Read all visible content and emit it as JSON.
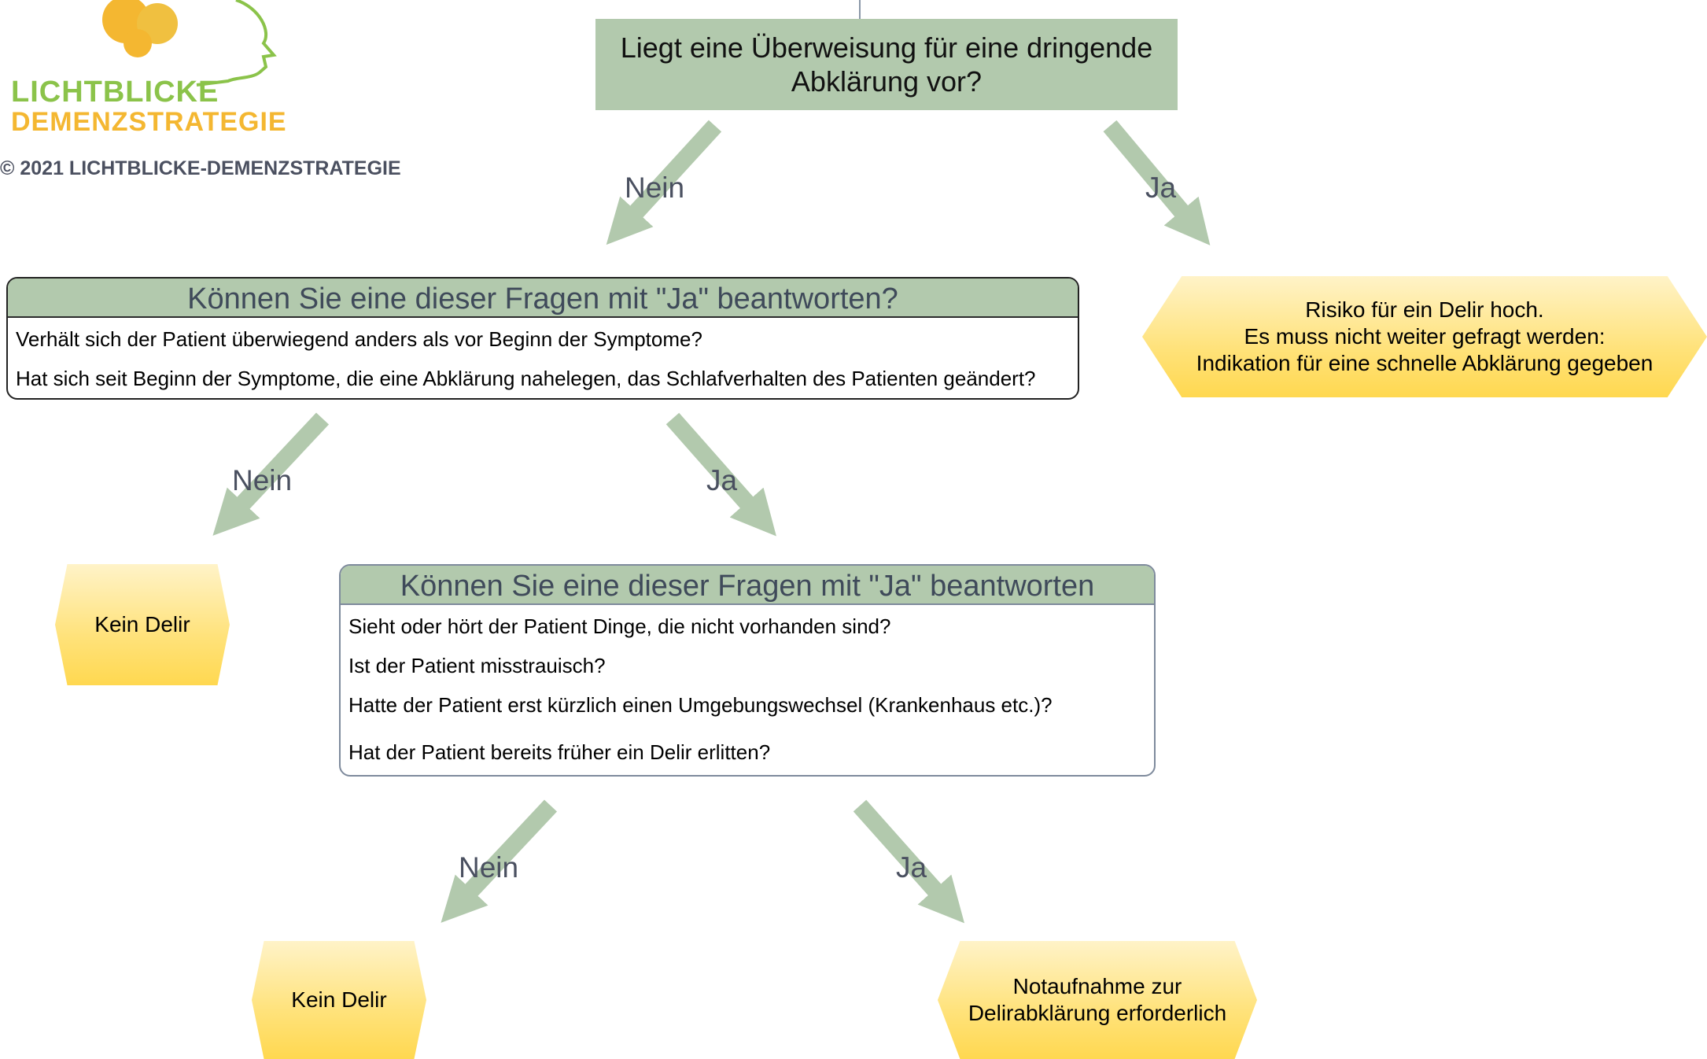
{
  "logo": {
    "line1": "LICHTBLICKE",
    "line2": "DEMENZSTRATEGIE"
  },
  "copyright": "© 2021 LICHTBLICKE-DEMENZSTRATEGIE",
  "top_question": "Liegt eine Überweisung für eine dringende Abklärung vor?",
  "question_box_1": {
    "title": "Können Sie eine dieser Fragen mit \"Ja\" beantworten?",
    "items": [
      "Verhält sich der Patient überwiegend anders als vor Beginn der Symptome?",
      "Hat sich seit Beginn der Symptome, die eine Abklärung nahelegen, das Schlafverhalten des Patienten geändert?"
    ]
  },
  "question_box_2": {
    "title": "Können Sie eine dieser Fragen mit \"Ja\" beantworten",
    "items": [
      "Sieht oder hört der Patient Dinge, die nicht vorhanden sind?",
      "Ist der Patient misstrauisch?",
      "Hatte der Patient erst kürzlich einen Umgebungswechsel (Krankenhaus etc.)?",
      "Hat der Patient bereits früher ein Delir erlitten?"
    ]
  },
  "outcomes": {
    "risk_line1": "Risiko für ein Delir hoch.",
    "risk_line2": "Es muss nicht weiter gefragt werden:",
    "risk_line3": "Indikation für eine schnelle Abklärung gegeben",
    "kein_delir_1": "Kein Delir",
    "kein_delir_2": "Kein Delir",
    "notaufnahme_line1": "Notaufnahme zur",
    "notaufnahme_line2": "Delirabklärung erforderlich"
  },
  "edge_labels": {
    "no": "Nein",
    "yes": "Ja"
  },
  "colors": {
    "question_green": "#b2c9ad",
    "arrow_green": "#b2c9ad",
    "outcome_yellow": "#ffe27a",
    "logo_green": "#8bc34a",
    "logo_orange": "#f4b731"
  }
}
